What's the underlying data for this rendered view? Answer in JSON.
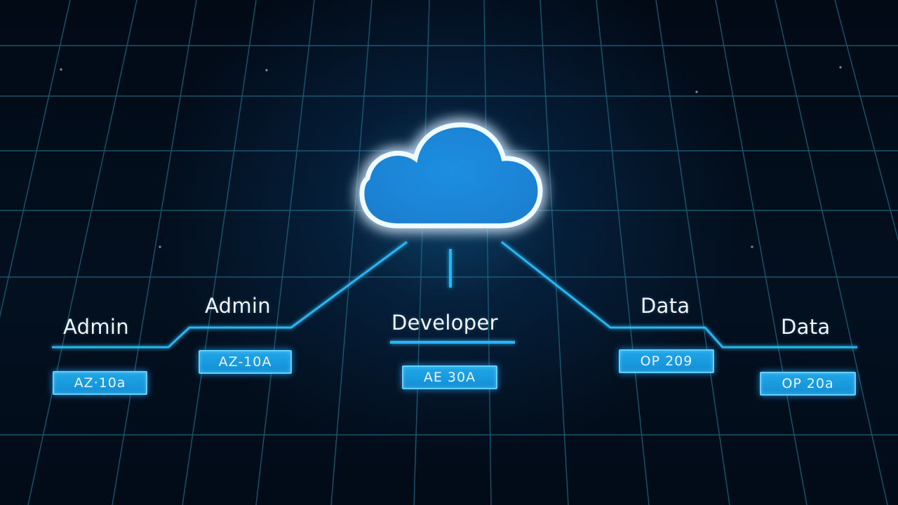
{
  "diagram": {
    "center_node": {
      "icon": "cloud-icon",
      "color": "#1e90e0",
      "outline_color": "#e9fbff"
    },
    "accent_color": "#1fa6e8",
    "background_color": "#020b18",
    "nodes": [
      {
        "label": "Admin",
        "badge": "AZ·10a"
      },
      {
        "label": "Admin",
        "badge": "AZ-10A"
      },
      {
        "label": "Developer",
        "badge": "AE 30A"
      },
      {
        "label": "Data",
        "badge": "OP 209"
      },
      {
        "label": "Data",
        "badge": "OP 20a"
      }
    ]
  }
}
